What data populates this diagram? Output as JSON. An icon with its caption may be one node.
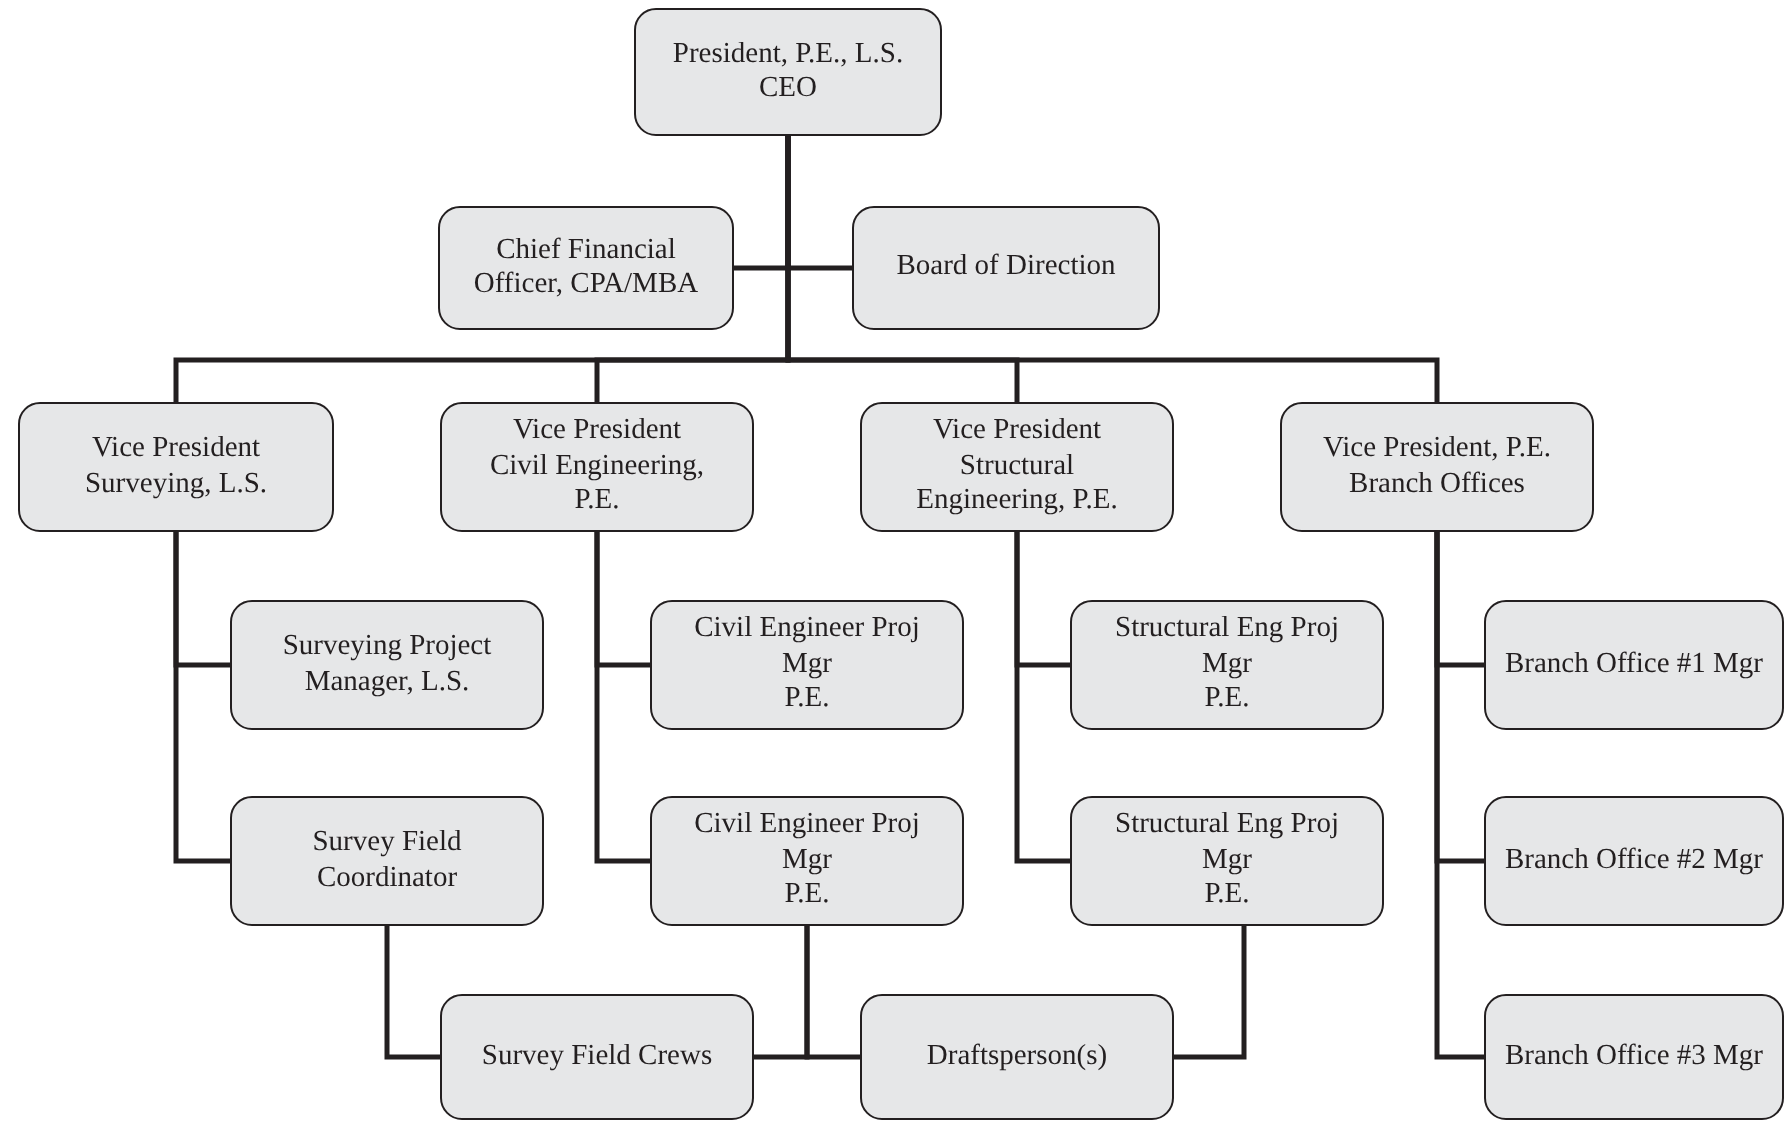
{
  "diagram": {
    "nodes": [
      {
        "text": [
          "President, P.E., L.S.",
          "CEO"
        ]
      },
      {
        "text": [
          "Chief Financial Officer, CPA/MBA"
        ]
      },
      {
        "text": [
          "Board of Direction"
        ]
      },
      {
        "text": [
          "Vice President",
          "Surveying, L.S."
        ]
      },
      {
        "text": [
          "Vice President",
          "Civil Engineering, P.E."
        ]
      },
      {
        "text": [
          "Vice President",
          "Structural Engineering, P.E."
        ]
      },
      {
        "text": [
          "Vice President, P.E.",
          "Branch Offices"
        ]
      },
      {
        "text": [
          "Surveying Project Manager, L.S."
        ]
      },
      {
        "text": [
          "Civil Engineer Proj Mgr",
          "P.E."
        ]
      },
      {
        "text": [
          "Structural Eng Proj Mgr",
          "P.E."
        ]
      },
      {
        "text": [
          "Branch Office #1 Mgr"
        ]
      },
      {
        "text": [
          "Survey Field Coordinator"
        ]
      },
      {
        "text": [
          "Civil Engineer Proj Mgr",
          "P.E."
        ]
      },
      {
        "text": [
          "Structural Eng Proj Mgr",
          "P.E."
        ]
      },
      {
        "text": [
          "Branch Office #2 Mgr"
        ]
      },
      {
        "text": [
          "Survey Field Crews"
        ]
      },
      {
        "text": [
          "Draftsperson(s)"
        ]
      },
      {
        "text": [
          "Branch Office #3 Mgr"
        ]
      }
    ],
    "edges": [
      {
        "from": 0,
        "to": 1,
        "arrow": "none"
      },
      {
        "from": 0,
        "to": 2,
        "arrow": "none"
      },
      {
        "from": 0,
        "to": 3,
        "arrow": "none"
      },
      {
        "from": 0,
        "to": 4,
        "arrow": "none"
      },
      {
        "from": 0,
        "to": 5,
        "arrow": "none"
      },
      {
        "from": 0,
        "to": 6,
        "arrow": "none"
      },
      {
        "from": 3,
        "to": 7,
        "arrow": "none"
      },
      {
        "from": 3,
        "to": 11,
        "arrow": "none"
      },
      {
        "from": 4,
        "to": 8,
        "arrow": "none"
      },
      {
        "from": 4,
        "to": 12,
        "arrow": "none"
      },
      {
        "from": 5,
        "to": 9,
        "arrow": "none"
      },
      {
        "from": 5,
        "to": 13,
        "arrow": "none"
      },
      {
        "from": 6,
        "to": 10,
        "arrow": "none"
      },
      {
        "from": 6,
        "to": 14,
        "arrow": "none"
      },
      {
        "from": 6,
        "to": 17,
        "arrow": "none"
      },
      {
        "from": 11,
        "to": 15,
        "arrow": "none"
      },
      {
        "from": 12,
        "to": 15,
        "arrow": "none"
      },
      {
        "from": 12,
        "to": 16,
        "arrow": "none"
      },
      {
        "from": 13,
        "to": 16,
        "arrow": "none"
      }
    ]
  }
}
